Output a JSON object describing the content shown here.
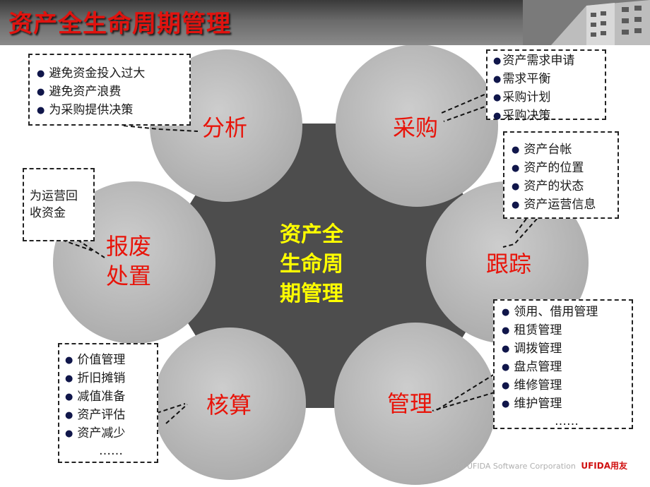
{
  "page_title": "资产全生命周期管理",
  "center": {
    "lines": [
      "资产全",
      "生命周",
      "期管理"
    ]
  },
  "stages": {
    "analysis": {
      "label": "分析"
    },
    "procurement": {
      "label": "采购"
    },
    "tracking": {
      "label": "跟踪"
    },
    "management": {
      "label": "管理"
    },
    "accounting": {
      "label": "核算"
    },
    "disposal": {
      "lines": [
        "报废",
        "处置"
      ]
    }
  },
  "notes": {
    "analysis": [
      "避免资金投入过大",
      "避免资产浪费",
      "为采购提供决策"
    ],
    "procurement": [
      "资产需求申请",
      "需求平衡",
      "采购计划",
      "采购决策"
    ],
    "tracking": [
      "资产台帐",
      "资产的位置",
      "资产的状态",
      "资产运营信息"
    ],
    "management": [
      "领用、借用管理",
      "租赁管理",
      "调拨管理",
      "盘点管理",
      "维修管理",
      "维护管理"
    ],
    "management_more": "……",
    "accounting": [
      "价值管理",
      "折旧摊销",
      "减值准备",
      "资产评估",
      "资产减少"
    ],
    "accounting_more": "……",
    "disposal": [
      "为运营回",
      "收资金"
    ]
  },
  "footer": {
    "copyright": "2009 UFIDA Software Corporation",
    "logo": "UFIDA用友"
  },
  "colors": {
    "title": "#e0130f",
    "stage_label": "#e8140a",
    "center_text": "#ffff00",
    "hexagon": "#4d4d4d",
    "circle": "#c0c0c0"
  }
}
